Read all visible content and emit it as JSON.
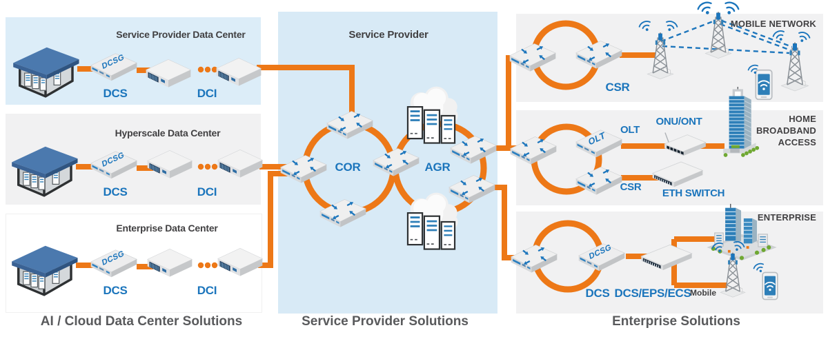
{
  "colors": {
    "orange": "#ed7817",
    "blue": "#1b75bc",
    "dark_text": "#414042",
    "caption_gray": "#595a5c",
    "panel_blue": "#dcedf8",
    "panel_gray": "#f1f1f2"
  },
  "captions": {
    "left": "AI / Cloud Data Center Solutions",
    "middle": "Service Provider Solutions",
    "right": "Enterprise Solutions"
  },
  "datacenter_boxes": [
    {
      "title": "Service Provider Data Center",
      "dcs_label": "DCS",
      "dci_label": "DCI",
      "device_text": "DCSG"
    },
    {
      "title": "Hyperscale Data Center",
      "dcs_label": "DCS",
      "dci_label": "DCI",
      "device_text": "DCSG"
    },
    {
      "title": "Enterprise Data Center",
      "dcs_label": "DCS",
      "dci_label": "DCI",
      "device_text": "DCSG"
    }
  ],
  "service_provider": {
    "title": "Service Provider",
    "cor_label": "COR",
    "agr_label": "AGR"
  },
  "mobile_network": {
    "title": "MOBILE NETWORK",
    "csr_label": "CSR"
  },
  "home_broadband": {
    "title_lines": [
      "HOME",
      "BROADBAND",
      "ACCESS"
    ],
    "olt_label": "OLT",
    "olt_device_text": "OLT",
    "onu_label": "ONU/ONT",
    "csr_label": "CSR",
    "eth_label": "ETH SWITCH"
  },
  "enterprise": {
    "title": "ENTERPRISE",
    "dcs_label": "DCS",
    "dcs_eps_label": "DCS/EPS/ECS",
    "mobile_label": "Mobile",
    "device_text": "DCSG"
  },
  "icons": {
    "building": "datacenter-building-icon",
    "dcsg": "dcsg-device-icon",
    "server": "server-icon",
    "router": "router-icon",
    "cloud_servers": "cloud-servers-icon",
    "cell_tower": "cell-tower-icon",
    "phone": "smartphone-wifi-icon",
    "skyscraper": "skyscraper-icon",
    "enterprise_buildings": "enterprise-buildings-icon",
    "onu": "onu-ont-device-icon",
    "eth_switch": "ethernet-switch-icon",
    "wifi": "wifi-signal-icon"
  }
}
